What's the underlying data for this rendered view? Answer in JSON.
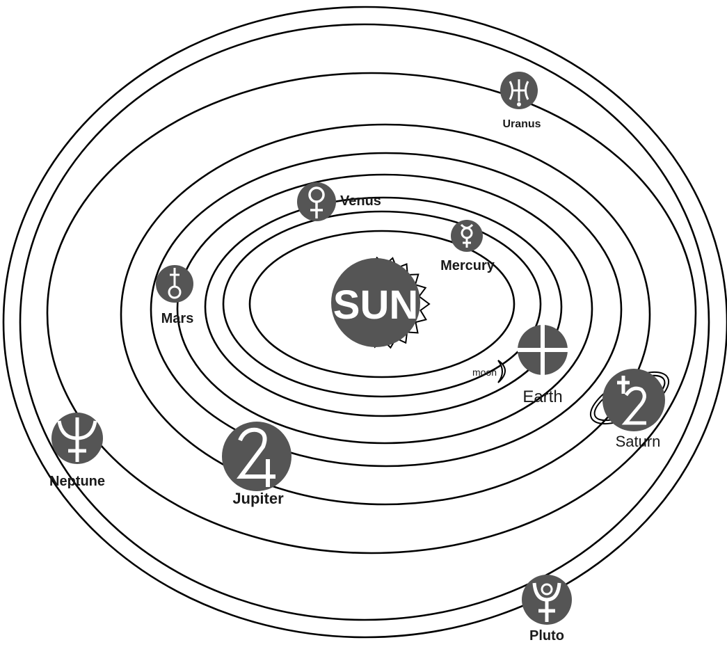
{
  "diagram": {
    "colors": {
      "planet_fill": "#555555",
      "orbit_stroke": "#000000",
      "label_text": "#1a1a1a",
      "background": "#ffffff"
    },
    "sun": {
      "label": "SUN"
    },
    "planets": [
      {
        "id": "mercury",
        "label": "Mercury",
        "icon": "mercury-symbol"
      },
      {
        "id": "venus",
        "label": "Venus",
        "icon": "venus-symbol"
      },
      {
        "id": "earth",
        "label": "Earth",
        "icon": "earth-symbol"
      },
      {
        "id": "moon",
        "label": "moon",
        "icon": "crescent-moon"
      },
      {
        "id": "mars",
        "label": "Mars",
        "icon": "mars-symbol"
      },
      {
        "id": "jupiter",
        "label": "Jupiter",
        "icon": "jupiter-symbol"
      },
      {
        "id": "saturn",
        "label": "Saturn",
        "icon": "saturn-symbol"
      },
      {
        "id": "uranus",
        "label": "Uranus",
        "icon": "uranus-symbol"
      },
      {
        "id": "neptune",
        "label": "Neptune",
        "icon": "neptune-symbol"
      },
      {
        "id": "pluto",
        "label": "Pluto",
        "icon": "pluto-symbol"
      }
    ]
  }
}
